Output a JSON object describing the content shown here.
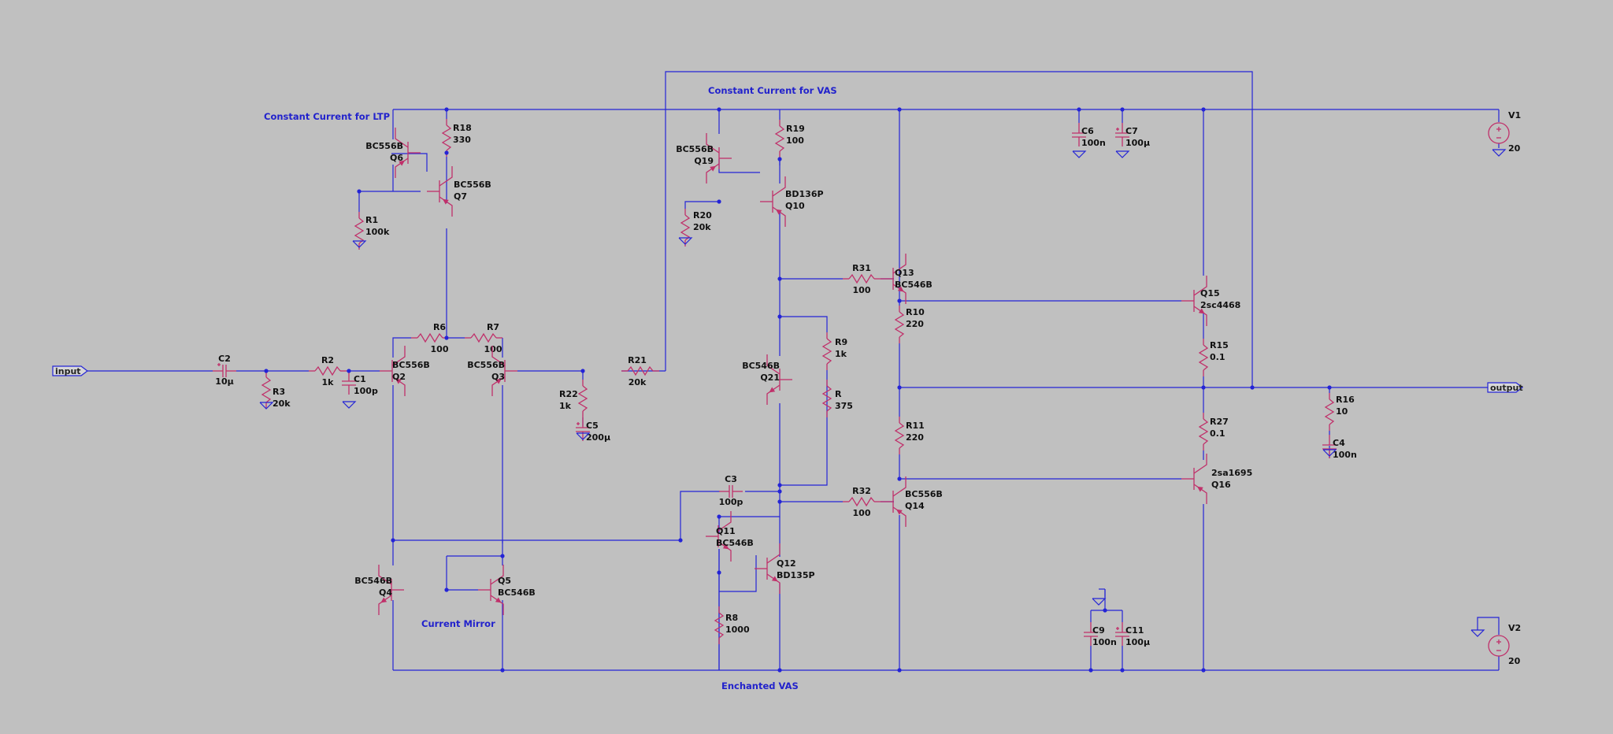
{
  "comments": {
    "ltp": "Constant Current for  LTP",
    "vas": "Constant Current for VAS",
    "mirror": "Current Mirror",
    "enh": "Enchanted VAS"
  },
  "ports": {
    "input": "input",
    "output": "output"
  },
  "parts": {
    "C2": {
      "name": "C2",
      "value": "10µ"
    },
    "R3": {
      "name": "R3",
      "value": "20k"
    },
    "R2": {
      "name": "R2",
      "value": "1k"
    },
    "C1": {
      "name": "C1",
      "value": "100p"
    },
    "Q2": {
      "name": "Q2",
      "value": "BC556B"
    },
    "R6": {
      "name": "R6",
      "value": "100"
    },
    "R7": {
      "name": "R7",
      "value": "100"
    },
    "Q3": {
      "name": "Q3",
      "value": "BC556B"
    },
    "Q6": {
      "name": "Q6",
      "value": "BC556B"
    },
    "Q7": {
      "name": "Q7",
      "value": "BC556B"
    },
    "R18": {
      "name": "R18",
      "value": "330"
    },
    "R1": {
      "name": "R1",
      "value": "100k"
    },
    "R22": {
      "name": "R22",
      "value": "1k"
    },
    "C5": {
      "name": "C5",
      "value": "200µ"
    },
    "R21": {
      "name": "R21",
      "value": "20k"
    },
    "Q4": {
      "name": "Q4",
      "value": "BC546B"
    },
    "Q5": {
      "name": "Q5",
      "value": "BC546B"
    },
    "Q19": {
      "name": "Q19",
      "value": "BC556B"
    },
    "R19": {
      "name": "R19",
      "value": "100"
    },
    "Q10": {
      "name": "Q10",
      "value": "BD136P"
    },
    "R20": {
      "name": "R20",
      "value": "20k"
    },
    "R31": {
      "name": "R31",
      "value": "100"
    },
    "Q13": {
      "name": "Q13",
      "value": "BC546B"
    },
    "R10": {
      "name": "R10",
      "value": "220"
    },
    "R9": {
      "name": "R9",
      "value": "1k"
    },
    "R": {
      "name": "R",
      "value": "375"
    },
    "Q21": {
      "name": "Q21",
      "value": "BC546B"
    },
    "C3": {
      "name": "C3",
      "value": "100p"
    },
    "Q11": {
      "name": "Q11",
      "value": "BC546B"
    },
    "Q12": {
      "name": "Q12",
      "value": "BD135P"
    },
    "R8": {
      "name": "R8",
      "value": "1000"
    },
    "R32": {
      "name": "R32",
      "value": "100"
    },
    "Q14": {
      "name": "Q14",
      "value": "BC556B"
    },
    "R11": {
      "name": "R11",
      "value": "220"
    },
    "C6": {
      "name": "C6",
      "value": "100n"
    },
    "C7": {
      "name": "C7",
      "value": "100µ"
    },
    "Q15": {
      "name": "Q15",
      "value": "2sc4468"
    },
    "R15": {
      "name": "R15",
      "value": "0.1"
    },
    "R27": {
      "name": "R27",
      "value": "0.1"
    },
    "Q16": {
      "name": "Q16",
      "value": "2sa1695"
    },
    "C9": {
      "name": "C9",
      "value": "100n"
    },
    "C11": {
      "name": "C11",
      "value": "100µ"
    },
    "R16": {
      "name": "R16",
      "value": "10"
    },
    "C4": {
      "name": "C4",
      "value": "100n"
    },
    "V1": {
      "name": "V1",
      "value": "20"
    },
    "V2": {
      "name": "V2",
      "value": "20"
    }
  }
}
